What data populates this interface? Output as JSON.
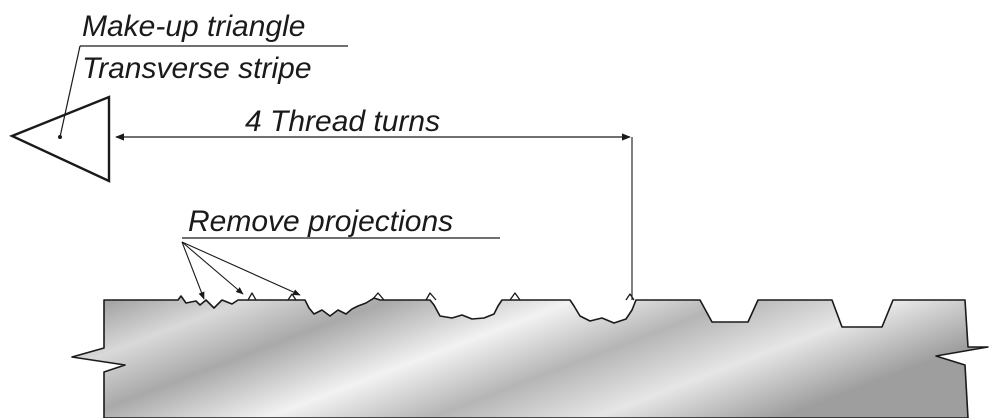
{
  "labels": {
    "makeup_triangle": "Make-up triangle",
    "transverse_stripe": "Transverse stripe",
    "thread_turns": "4 Thread turns",
    "remove_projections": "Remove projections"
  },
  "colors": {
    "ink": "#1a1a1a",
    "metal_dark": "#9a9a9a",
    "metal_light": "#eeeeee",
    "background": "#ffffff"
  }
}
